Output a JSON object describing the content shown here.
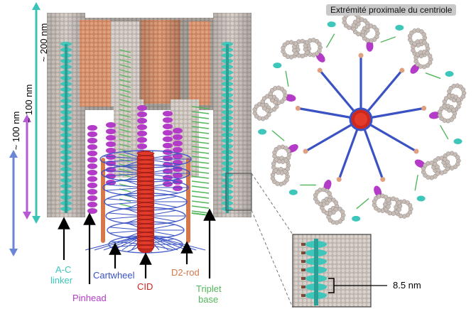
{
  "title": "Extrémité proximale du centriole",
  "measurements": {
    "length_200": "~ 200 nm",
    "length_100_purple": "~ 100 nm",
    "length_100_blue": "~ 100 nm",
    "inset_spacing": "8.5 nm"
  },
  "labels": {
    "ac_linker_line1": "A-C",
    "ac_linker_line2": "linker",
    "pinhead": "Pinhead",
    "cartwheel": "Cartwheel",
    "cid": "CID",
    "d2rod": "D2-rod",
    "triplet_line1": "Triplet",
    "triplet_line2": "base"
  },
  "colors": {
    "ac_linker": "#3ec6bb",
    "pinhead": "#b33bc8",
    "cartwheel": "#3a52c4",
    "cid": "#d0271d",
    "d2rod": "#d7784a",
    "triplet_base": "#52b75a",
    "microtubule": "#c8bdb6",
    "dimension_teal": "#3cc3b8",
    "dimension_purple": "#b55ad4",
    "dimension_blue": "#6a86d6"
  },
  "structure": {
    "triplet_count": 9,
    "spoke_count": 9
  }
}
